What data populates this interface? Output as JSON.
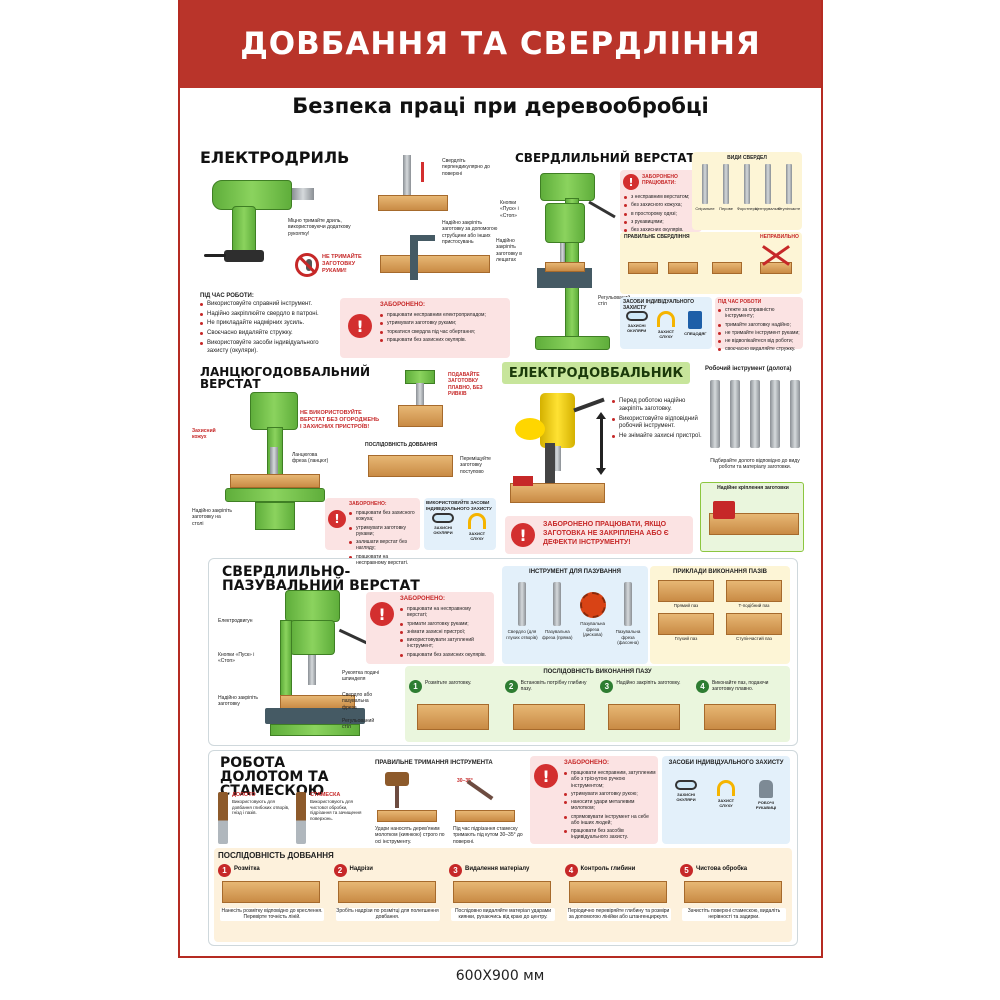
{
  "header": {
    "title": "ДОВБАННЯ ТА СВЕРДЛІННЯ"
  },
  "subtitle": "Безпека праці при деревообробці",
  "sections": {
    "electrodrill": {
      "title": "ЕЛЕКТРОДРИЛЬ",
      "hold_note": "Міцно тримайте дриль, використовуючи додаткову рукоятку!",
      "no_hold": "НЕ ТРИМАЙТЕ ЗАГОТОВКУ РУКАМИ!",
      "perp_note": "Свердліть перпендикулярно до поверхні",
      "clamp_note": "Надійно закріпіть заготовку за допомогою струбцини або інших пристосувань",
      "work_title": "ПІД ЧАС РОБОТИ:",
      "work_items": [
        "Використовуйте справний інструмент.",
        "Надійно закріплюйте свердло в патроні.",
        "Не прикладайте надмірних зусиль.",
        "Своєчасно видаляйте стружку.",
        "Використовуйте засоби індивідуального захисту (окуляри)."
      ],
      "forbidden_title": "ЗАБОРОНЕНО:",
      "forbidden_items": [
        "працювати несправним електроприладом;",
        "утримувати заготовку руками;",
        "торкатися свердла під час обертання;",
        "працювати без захисних окулярів."
      ]
    },
    "drill_press": {
      "title": "СВЕРДЛИЛЬНИЙ ВЕРСТАТ",
      "forbidden_title": "ЗАБОРОНЕНО ПРАЦЮВАТИ:",
      "forbidden_items": [
        "з несправним верстатом;",
        "без захисного кожуха;",
        "в просторому одязі;",
        "з рукавицями;",
        "без захисних окулярів."
      ],
      "labels": [
        "Кнопки «Пуск» і «Стоп»",
        "Надійно закріпіть заготовку в лещатах",
        "Регульований стіл"
      ],
      "drill_types_title": "ВИДИ СВЕРДЕЛ",
      "drill_types": [
        "Спіральне",
        "Перове",
        "Форстнера",
        "Центрувальне",
        "Ступінчасте"
      ],
      "correct_title": "ПРАВИЛЬНЕ СВЕРДЛІННЯ",
      "incorrect_label": "НЕПРАВИЛЬНО",
      "ppe_title": "ЗАСОБИ ІНДИВІДУАЛЬНОГО ЗАХИСТУ",
      "ppe": [
        "ЗАХИСНІ ОКУЛЯРИ",
        "ЗАХИСТ СЛУХУ",
        "СПЕЦОДЯГ"
      ],
      "during_title": "ПІД ЧАС РОБОТИ",
      "during_items": [
        "стежте за справністю інструменту;",
        "тримайте заготовку надійно;",
        "не тримайте інструмент руками;",
        "не відволікайтеся від роботи;",
        "своєчасно видаляйте стружку."
      ]
    },
    "chain_mortiser": {
      "title": "ЛАНЦЮГОДОВБАЛЬНИЙ ВЕРСТАТ",
      "warn": "НЕ ВИКОРИСТОВУЙТЕ ВЕРСТАТ БЕЗ ОГОРОДЖЕНЬ І ЗАХИСНИХ ПРИСТРОЇВ!",
      "labels": [
        "Захисний кожух",
        "Ланцюгова фреза (ланцюг)",
        "Надійно закріпіть заготовку на столі"
      ],
      "feed_warn": "ПОДАВАЙТЕ ЗАГОТОВКУ ПЛАВНО, БЕЗ РИВКІВ",
      "seq_title": "ПОСЛІДОВНІСТЬ ДОВБАННЯ",
      "seq_note": "Переміщуйте заготовку поступово",
      "forbidden_title": "ЗАБОРОНЕНО:",
      "forbidden_items": [
        "працювати без захисного кожуха;",
        "утримувати заготовку руками;",
        "залишати верстат без нагляду;",
        "працювати на несправному верстаті."
      ],
      "ppe_title": "ВИКОРИСТОВУЙТЕ ЗАСОБИ ІНДИВІДУАЛЬНОГО ЗАХИСТУ",
      "ppe": [
        "ЗАХИСНІ ОКУЛЯРИ",
        "ЗАХИСТ СЛУХУ"
      ]
    },
    "electro_chisel": {
      "title": "ЕЛЕКТРОДОВБАЛЬНИК",
      "items": [
        "Перед роботою надійно закріпіть заготовку.",
        "Використовуйте відповідний робочий інструмент.",
        "Не знімайте захисні пристрої."
      ],
      "tools_title": "Робочий інструмент (долота)",
      "tools_note": "Підбирайте долото відповідно до виду роботи та матеріалу заготовки.",
      "fix_title": "Надійне кріплення заготовки",
      "forbidden": "ЗАБОРОНЕНО ПРАЦЮВАТИ, ЯКЩО ЗАГОТОВКА НЕ ЗАКРІПЛЕНА АБО Є ДЕФЕКТИ ІНСТРУМЕНТУ!"
    },
    "slot_machine": {
      "title": "СВЕРДЛИЛЬНО-ПАЗУВАЛЬНИЙ ВЕРСТАТ",
      "labels": [
        "Електродвигун",
        "Кнопки «Пуск» і «Стоп»",
        "Надійно закріпіть заготовку",
        "Рукоятка подачі шпинделя",
        "Свердло або пазувальна фреза",
        "Регульований стіл"
      ],
      "forbidden_title": "ЗАБОРОНЕНО:",
      "forbidden_items": [
        "працювати на несправному верстаті;",
        "тримати заготовку руками;",
        "знімати захисні пристрої;",
        "використовувати затуплений інструмент;",
        "працювати без захисних окулярів."
      ],
      "tools_title": "ІНСТРУМЕНТ ДЛЯ ПАЗУВАННЯ",
      "tools": [
        "Свердло (для глухих отворів)",
        "Пазувальна фреза (пряма)",
        "Пазувальна фреза (дискова)",
        "Пазувальна фреза (фасонна)"
      ],
      "examples_title": "ПРИКЛАДИ ВИКОНАННЯ ПАЗІВ",
      "examples": [
        "Прямий паз",
        "Т-подібний паз",
        "Глухий паз",
        "Ступінчастий паз"
      ],
      "seq_title": "ПОСЛІДОВНІСТЬ ВИКОНАННЯ ПАЗУ",
      "steps": [
        "Розмітьте заготовку.",
        "Встановіть потрібну глибину пазу.",
        "Надійно закріпіть заготовку.",
        "Виконайте паз, подаючи заготовку плавно."
      ]
    },
    "chisel_work": {
      "title": "РОБОТА ДОЛОТОМ ТА СТАМЕСКОЮ",
      "tools": [
        {
          "name": "ДОЛОТО",
          "desc": "Використовують для довбання глибоких отворів, гнізд і пазів."
        },
        {
          "name": "СТАМЕСКА",
          "desc": "Використовують для чистової обробки, підрізання та зачищення поверхонь."
        }
      ],
      "holding_title": "ПРАВИЛЬНЕ ТРИМАННЯ ІНСТРУМЕНТА",
      "holding_notes": [
        "Удари наносять дерев'яним молотком (киянкою) строго по осі інструменту.",
        "Під час підрізання стамеску тримають під кутом 30–35° до поверхні."
      ],
      "angle": "30–35°",
      "forbidden_title": "ЗАБОРОНЕНО:",
      "forbidden_items": [
        "працювати несправним, затупленим або з тріснутою ручкою інструментом;",
        "утримувати заготовку рукою;",
        "наносити удари металевим молотком;",
        "спрямовувати інструмент на себе або інших людей;",
        "працювати без засобів індивідуального захисту."
      ],
      "ppe_title": "ЗАСОБИ ІНДИВІДУАЛЬНОГО ЗАХИСТУ",
      "ppe": [
        "ЗАХИСНІ ОКУЛЯРИ",
        "ЗАХИСТ СЛУХУ",
        "РОБОЧІ РУКАВИЦІ"
      ],
      "seq_title": "ПОСЛІДОВНІСТЬ ДОВБАННЯ",
      "steps": [
        {
          "n": "1",
          "title": "Розмітка",
          "desc": "Нанесіть розмітку відповідно до креслення. Перевірте точність ліній."
        },
        {
          "n": "2",
          "title": "Надрізи",
          "desc": "Зробіть надрізи по розмітці для полегшення довбання."
        },
        {
          "n": "3",
          "title": "Видалення матеріалу",
          "desc": "Послідовно видаляйте матеріал ударами киянки, рухаючись від краю до центру."
        },
        {
          "n": "4",
          "title": "Контроль глибини",
          "desc": "Періодично перевіряйте глибину та розміри за допомогою лінійки або штангенциркуля."
        },
        {
          "n": "5",
          "title": "Чистова обробка",
          "desc": "Зачистіть поверхні стамескою, видаліть нерівності та задирки."
        }
      ]
    }
  },
  "footer": {
    "size": "600X900 мм"
  },
  "colors": {
    "brand_red": "#b9342a",
    "machine_green": "#6fbf45",
    "warn_pink": "#fbe3e3",
    "info_blue": "#e3f0fa",
    "info_yellow": "#fdf5d6"
  }
}
